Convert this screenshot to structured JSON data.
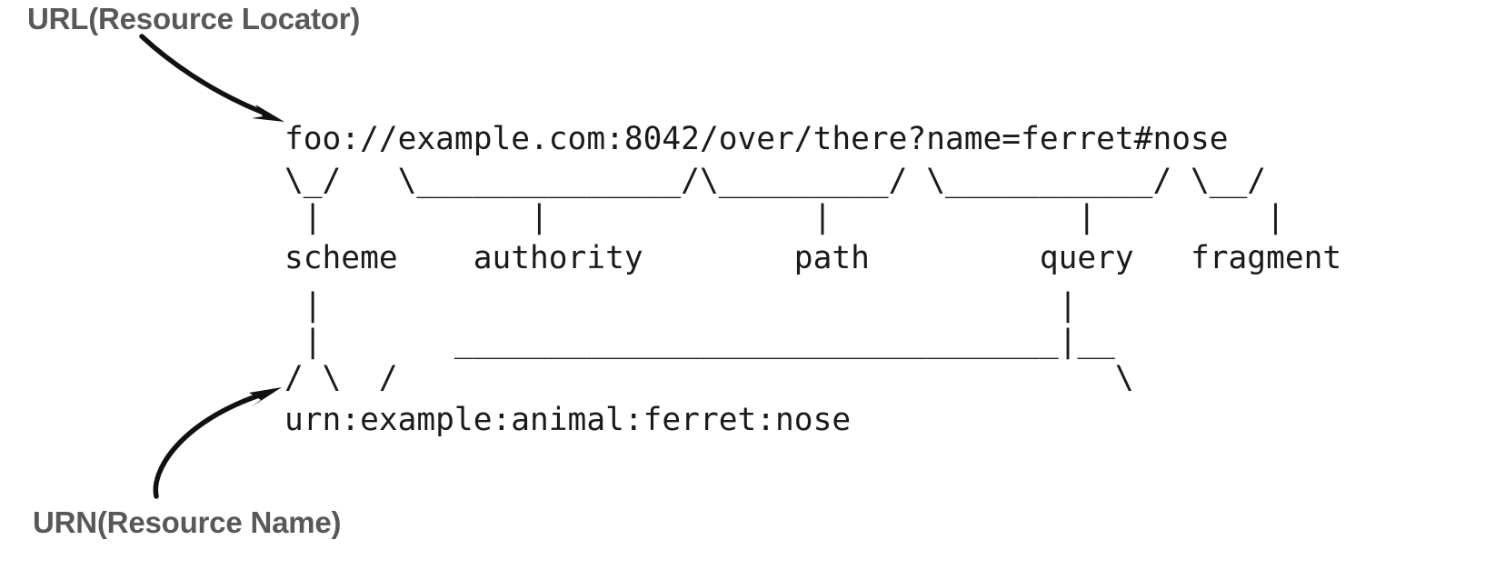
{
  "diagram": {
    "title_url": "URL(Resource Locator)",
    "title_urn": "URN(Resource Name)",
    "url_example": "foo://example.com:8042/over/there?name=ferret#nose",
    "urn_example": "urn:example:animal:ferret:nose",
    "component_labels": [
      "scheme",
      "authority",
      "path",
      "query",
      "fragment"
    ],
    "ascii_rows": {
      "url_line": "foo://example.com:8042/over/there?name=ferret#nose",
      "bracket_line": "\\_/   \\______________/\\_________/ \\___________/ \\__/",
      "stem_line": " |           |              |             |         |",
      "label_line": "scheme    authority        path         query   fragment",
      "urn_stem_line": " |                                       |",
      "urn_bracket": " |       ________________________________|__",
      "urn_slash": "/ \\  /                                      \\",
      "urn_line": "urn:example:animal:ferret:nose"
    },
    "colors": {
      "annotation_text": "#585858",
      "ascii_text": "#1a1a1a",
      "arrow": "#111111",
      "background": "#ffffff"
    },
    "icons": {
      "url_arrow": "curved-arrow-down-right-icon",
      "urn_arrow": "curved-arrow-up-right-icon"
    }
  }
}
